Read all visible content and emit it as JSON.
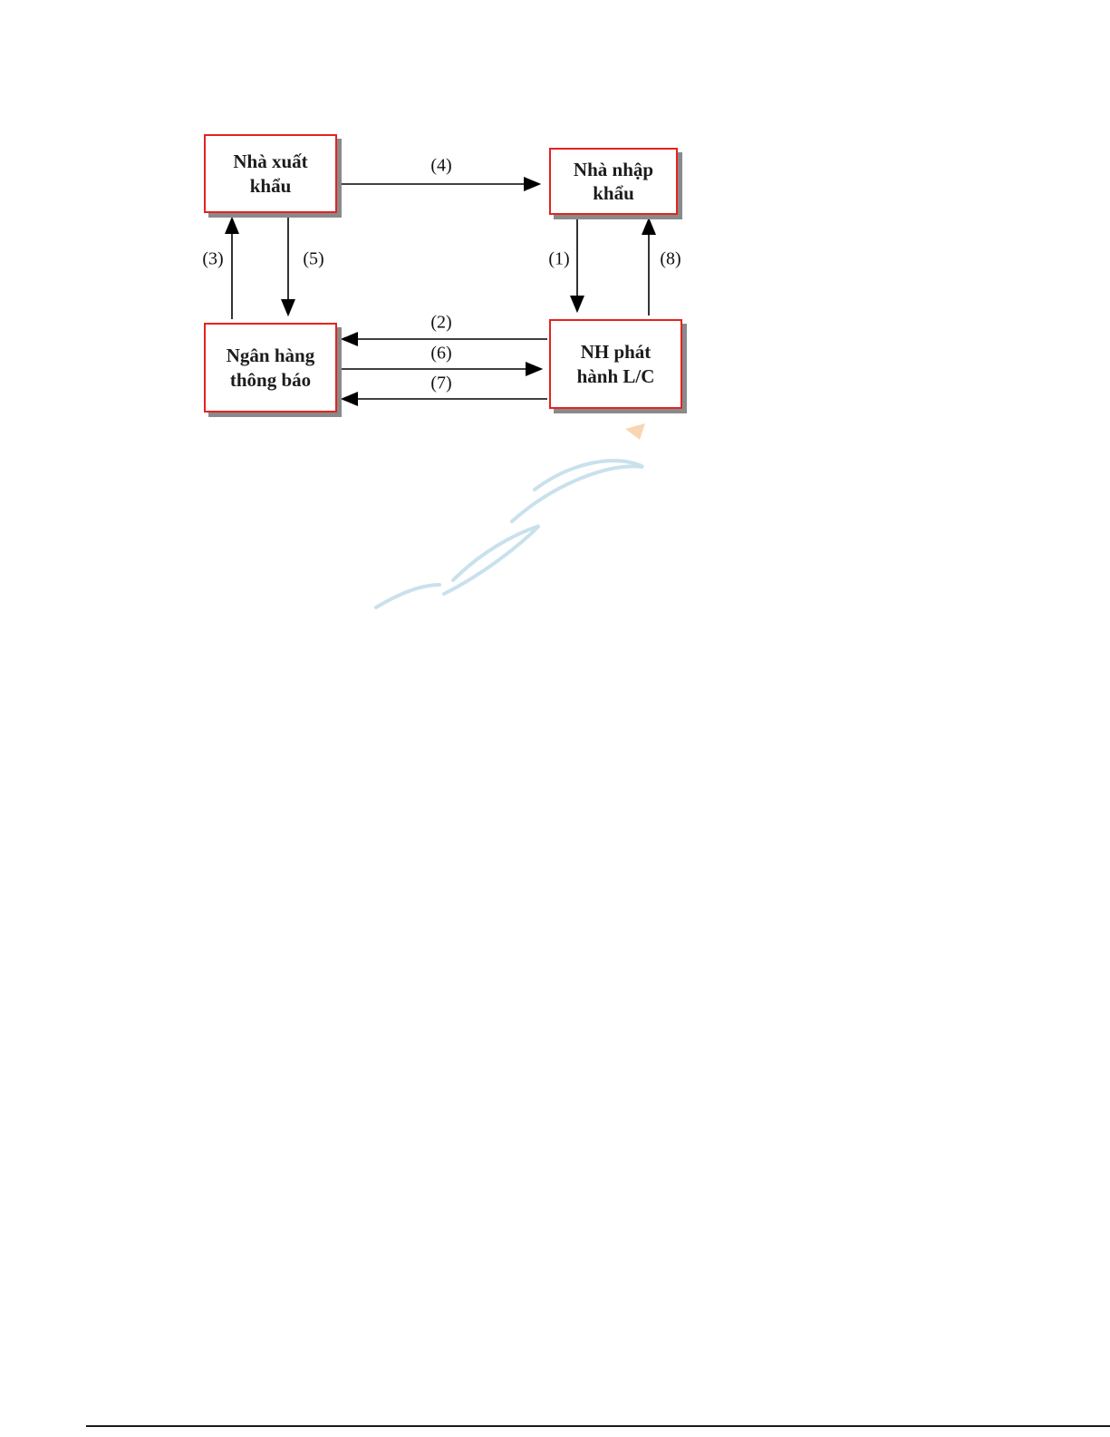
{
  "diagram": {
    "nodes": {
      "exporter": {
        "label": "Nhà xuất\nkhẩu"
      },
      "importer": {
        "label": "Nhà nhập\nkhẩu"
      },
      "advising_bank": {
        "label": "Ngân hàng\nthông báo"
      },
      "issuing_bank": {
        "label": "NH phát\nhành L/C"
      }
    },
    "arrows": {
      "a1": {
        "label": "(1)",
        "from": "importer",
        "to": "issuing_bank"
      },
      "a2": {
        "label": "(2)",
        "from": "issuing_bank",
        "to": "advising_bank"
      },
      "a3": {
        "label": "(3)",
        "from": "advising_bank",
        "to": "exporter"
      },
      "a4": {
        "label": "(4)",
        "from": "exporter",
        "to": "importer"
      },
      "a5": {
        "label": "(5)",
        "from": "exporter",
        "to": "advising_bank"
      },
      "a6": {
        "label": "(6)",
        "from": "advising_bank",
        "to": "issuing_bank"
      },
      "a7": {
        "label": "(7)",
        "from": "issuing_bank",
        "to": "advising_bank"
      },
      "a8": {
        "label": "(8)",
        "from": "issuing_bank",
        "to": "importer"
      }
    },
    "colors": {
      "box_border": "#e42320",
      "box_shadow": "#8a8a8a",
      "arrow": "#000000"
    }
  }
}
